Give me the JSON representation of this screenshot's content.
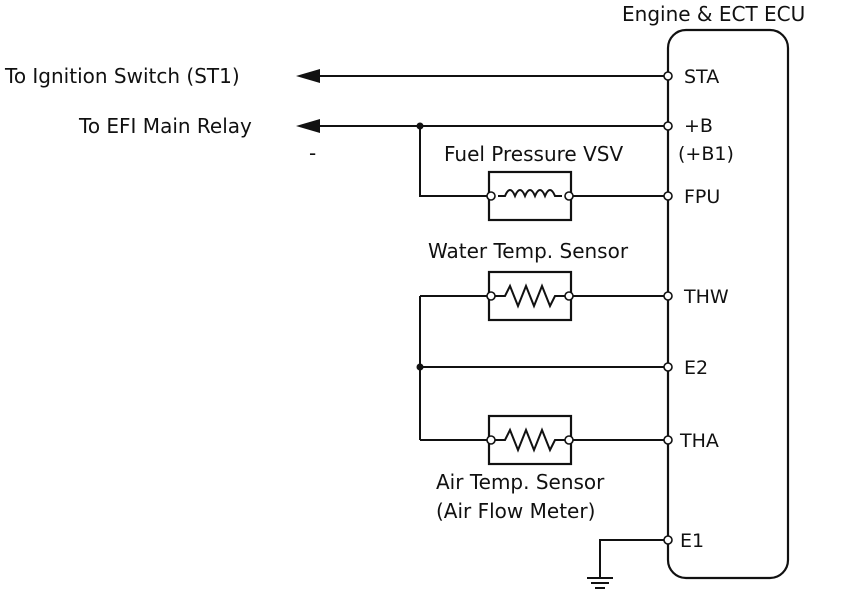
{
  "ecu": {
    "title": "Engine & ECT ECU",
    "pins": {
      "sta": "STA",
      "plus_b": "+B",
      "plus_b1": "(+B1)",
      "fpu": "FPU",
      "thw": "THW",
      "e2": "E2",
      "tha": "THA",
      "e1": "E1"
    }
  },
  "external": {
    "ignition_switch": "To Ignition Switch (ST1)",
    "efi_main_relay": "To EFI Main Relay",
    "stray_mark": "-"
  },
  "components": {
    "fuel_pressure_vsv": "Fuel Pressure VSV",
    "water_temp_sensor": "Water Temp. Sensor",
    "air_temp_sensor_line1": "Air Temp. Sensor",
    "air_temp_sensor_line2": "(Air Flow Meter)"
  }
}
